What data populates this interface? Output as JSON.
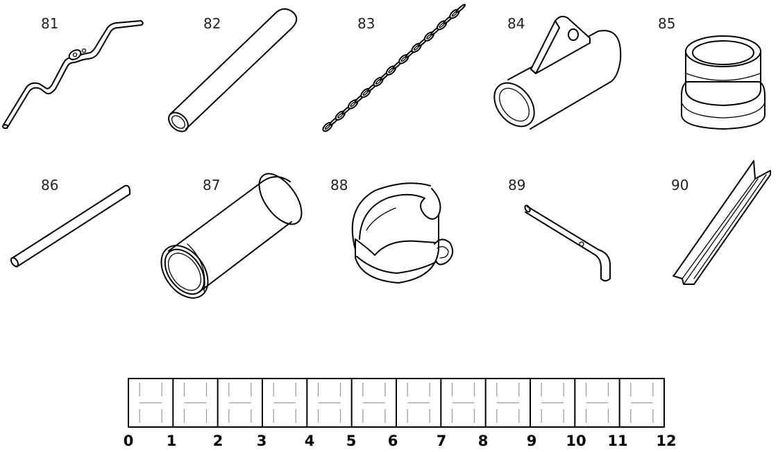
{
  "parts": [
    {
      "number": "81",
      "icon": "curl-bar-icon"
    },
    {
      "number": "82",
      "icon": "tube-icon"
    },
    {
      "number": "83",
      "icon": "chain-icon"
    },
    {
      "number": "84",
      "icon": "tube-with-bracket-icon"
    },
    {
      "number": "85",
      "icon": "end-cap-icon"
    },
    {
      "number": "86",
      "icon": "rod-icon"
    },
    {
      "number": "87",
      "icon": "foam-grip-icon"
    },
    {
      "number": "88",
      "icon": "ankle-strap-icon"
    },
    {
      "number": "89",
      "icon": "l-pin-icon"
    },
    {
      "number": "90",
      "icon": "u-channel-icon"
    }
  ],
  "ruler": {
    "labels": [
      "0",
      "1",
      "2",
      "3",
      "4",
      "5",
      "6",
      "7",
      "8",
      "9",
      "10",
      "11",
      "12"
    ]
  }
}
